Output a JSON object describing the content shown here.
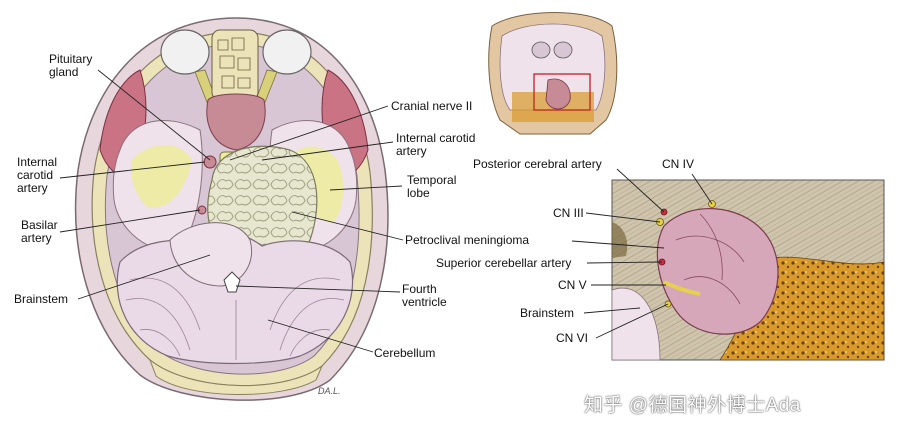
{
  "colors": {
    "skin": "#e8d6dd",
    "bone": "#ece4b8",
    "dura": "#d9c6d4",
    "muscle": "#c97384",
    "brain": "#efe2ea",
    "lobe_yellow": "#ecec9a",
    "tumor": "#e7e6cf",
    "tumor_line": "#9a9a7c",
    "cerebellum": "#ead9e6",
    "artery": "#c78b95",
    "eye": "#f1f1f1",
    "nerve_yellow": "#d8d07a",
    "inset_bg": "#c9bea3",
    "inset_bone": "#d99a2a",
    "inset_tumor": "#d5a7b8",
    "leader": "#222222"
  },
  "left_labels": {
    "pituitary": "Pituitary\ngland",
    "ica_left": "Internal\ncarotid\nartery",
    "basilar": "Basilar\nartery",
    "brainstem": "Brainstem"
  },
  "right_labels": {
    "cn2": "Cranial nerve II",
    "ica_right": "Internal carotid\nartery",
    "temporal": "Temporal\nlobe",
    "meningioma": "Petroclival meningioma",
    "fourth": "Fourth\nventricle",
    "cerebellum": "Cerebellum"
  },
  "inset_labels": {
    "pca": "Posterior cerebral artery",
    "cn4": "CN IV",
    "cn3": "CN III",
    "sca": "Superior cerebellar artery",
    "cn5": "CN V",
    "brainstem2": "Brainstem",
    "cn6": "CN VI"
  },
  "signature": "DA.L.",
  "watermark": "知乎 @德国神外博士Ada"
}
